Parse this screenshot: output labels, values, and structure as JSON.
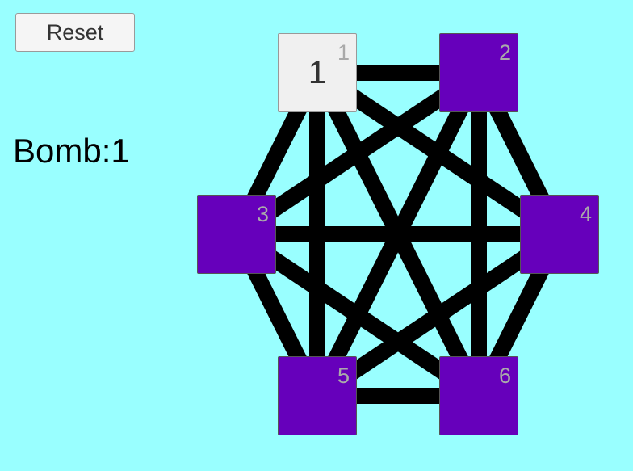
{
  "controls": {
    "reset_label": "Reset"
  },
  "status": {
    "bomb_text": "Bomb:1"
  },
  "colors": {
    "background": "#99ffff",
    "hidden_node": "#6600bb",
    "revealed_node": "#f0f0f0",
    "edge": "#000000",
    "index_text": "#aaaaaa"
  },
  "graph": {
    "nodes": [
      {
        "id": "1",
        "state": "revealed",
        "count": "1"
      },
      {
        "id": "2",
        "state": "hidden",
        "count": ""
      },
      {
        "id": "3",
        "state": "hidden",
        "count": ""
      },
      {
        "id": "4",
        "state": "hidden",
        "count": ""
      },
      {
        "id": "5",
        "state": "hidden",
        "count": ""
      },
      {
        "id": "6",
        "state": "hidden",
        "count": ""
      }
    ],
    "edges": [
      [
        "1",
        "2"
      ],
      [
        "1",
        "3"
      ],
      [
        "1",
        "5"
      ],
      [
        "1",
        "6"
      ],
      [
        "1",
        "4"
      ],
      [
        "2",
        "3"
      ],
      [
        "2",
        "4"
      ],
      [
        "2",
        "5"
      ],
      [
        "2",
        "6"
      ],
      [
        "3",
        "4"
      ],
      [
        "3",
        "5"
      ],
      [
        "3",
        "6"
      ],
      [
        "4",
        "5"
      ],
      [
        "4",
        "6"
      ],
      [
        "5",
        "6"
      ]
    ]
  }
}
